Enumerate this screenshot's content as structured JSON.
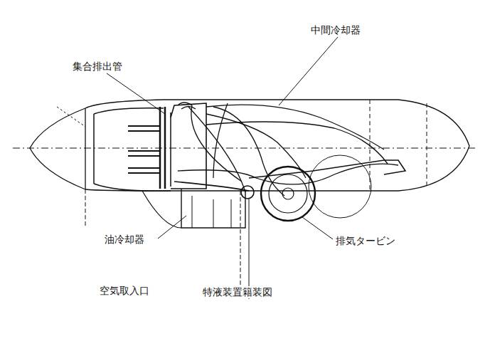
{
  "diagram": {
    "caption": "特液装置籍装図",
    "labels": [
      "集合排出管",
      "中間冷却器",
      "油冷却器",
      "排気タービン",
      "空気取入口"
    ]
  }
}
